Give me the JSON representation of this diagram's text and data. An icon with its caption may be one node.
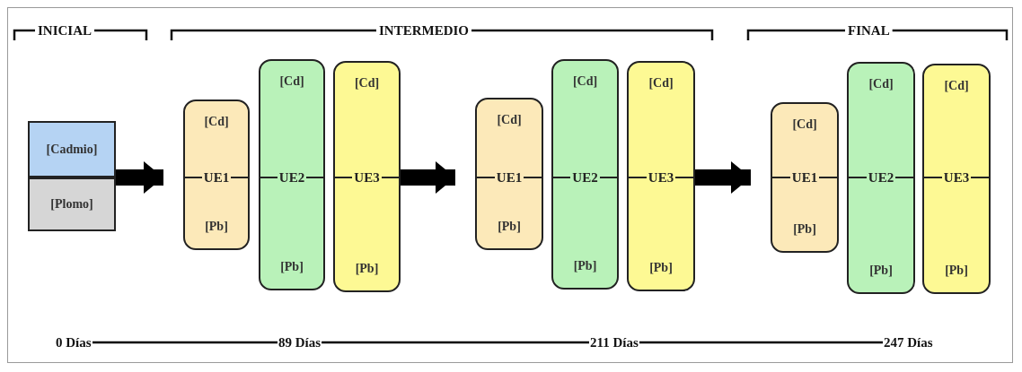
{
  "diagram": {
    "nodes": [
      {
        "text": [
          "[Cadmio]"
        ]
      },
      {
        "text": [
          "[Plomo]"
        ]
      },
      {
        "text": [
          "[Cd]",
          "UE1",
          "[Pb]"
        ]
      },
      {
        "text": [
          "[Cd]",
          "UE2",
          "[Pb]"
        ]
      },
      {
        "text": [
          "[Cd]",
          "UE3",
          "[Pb]"
        ]
      },
      {
        "text": [
          "[Cd]",
          "UE1",
          "[Pb]"
        ]
      },
      {
        "text": [
          "[Cd]",
          "UE2",
          "[Pb]"
        ]
      },
      {
        "text": [
          "[Cd]",
          "UE3",
          "[Pb]"
        ]
      },
      {
        "text": [
          "[Cd]",
          "UE1",
          "[Pb]"
        ]
      },
      {
        "text": [
          "[Cd]",
          "UE2",
          "[Pb]"
        ]
      },
      {
        "text": [
          "[Cd]",
          "UE3",
          "[Pb]"
        ]
      },
      {
        "text": [
          "0 Días"
        ]
      },
      {
        "text": [
          "89 Días"
        ]
      },
      {
        "text": [
          "211 Días"
        ]
      },
      {
        "text": [
          "247 Días"
        ]
      }
    ],
    "edges": [
      {
        "from": 1,
        "to": 2,
        "arrow": "to",
        "style": "thick"
      },
      {
        "from": 4,
        "to": 5,
        "arrow": "to",
        "style": "thick"
      },
      {
        "from": 7,
        "to": 8,
        "arrow": "to",
        "style": "thick"
      },
      {
        "from": 11,
        "to": 12,
        "arrow": "none"
      },
      {
        "from": 12,
        "to": 13,
        "arrow": "none"
      },
      {
        "from": 13,
        "to": 14,
        "arrow": "none"
      }
    ],
    "labels": [
      "INICIAL",
      "INTERMEDIO",
      "FINAL"
    ]
  }
}
